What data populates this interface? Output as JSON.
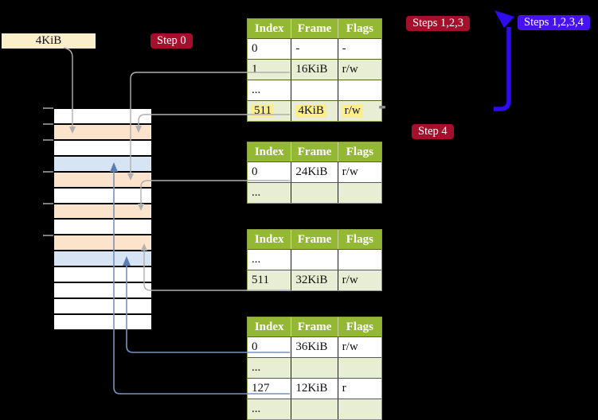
{
  "labels": {
    "page_size_box": "4KiB",
    "step0": "Step 0",
    "steps123": "Steps 1,2,3",
    "steps1234": "Steps 1,2,3,4",
    "step4": "Step 4"
  },
  "colors": {
    "header_green": "#94b833",
    "row_shade": "#e8eed3",
    "frame_table": "#fbe3cc",
    "frame_mapped": "#d7e4f4",
    "highlight": "#fcee8b",
    "badge_red": "#a60f2c",
    "badge_blue": "#4613f0",
    "arrow_blue": "#2d0cf0",
    "line_gray": "#b0b0b0",
    "line_steel": "#7593c4",
    "label_cream": "#fbeecb",
    "table_border": "#8aa040"
  },
  "memory": {
    "rows": [
      {
        "type": "free"
      },
      {
        "type": "table"
      },
      {
        "type": "free"
      },
      {
        "type": "mapped"
      },
      {
        "type": "table"
      },
      {
        "type": "free"
      },
      {
        "type": "table"
      },
      {
        "type": "free"
      },
      {
        "type": "table"
      },
      {
        "type": "mapped"
      },
      {
        "type": "free"
      },
      {
        "type": "free"
      },
      {
        "type": "free"
      },
      {
        "type": "free"
      }
    ],
    "ticks": [
      136,
      156,
      176,
      216,
      256,
      296
    ]
  },
  "tables": [
    {
      "name": "level-4-table",
      "headers": [
        "Index",
        "Frame",
        "Flags"
      ],
      "rows": [
        {
          "cells": [
            "0",
            "-",
            "-"
          ]
        },
        {
          "cells": [
            "1",
            "16KiB",
            "r/w"
          ]
        },
        {
          "cells": [
            "...",
            "",
            ""
          ]
        },
        {
          "cells": [
            "511",
            "4KiB",
            "r/w"
          ],
          "highlight": true
        }
      ]
    },
    {
      "name": "level-3-table",
      "headers": [
        "Index",
        "Frame",
        "Flags"
      ],
      "rows": [
        {
          "cells": [
            "0",
            "24KiB",
            "r/w"
          ]
        },
        {
          "cells": [
            "...",
            "",
            ""
          ]
        }
      ]
    },
    {
      "name": "level-2-table",
      "headers": [
        "Index",
        "Frame",
        "Flags"
      ],
      "rows": [
        {
          "cells": [
            "...",
            "",
            ""
          ]
        },
        {
          "cells": [
            "511",
            "32KiB",
            "r/w"
          ]
        }
      ]
    },
    {
      "name": "level-1-table",
      "headers": [
        "Index",
        "Frame",
        "Flags"
      ],
      "rows": [
        {
          "cells": [
            "0",
            "36KiB",
            "r/w"
          ]
        },
        {
          "cells": [
            "...",
            "",
            ""
          ]
        },
        {
          "cells": [
            "127",
            "12KiB",
            "r"
          ]
        },
        {
          "cells": [
            "...",
            "",
            ""
          ]
        }
      ]
    }
  ]
}
